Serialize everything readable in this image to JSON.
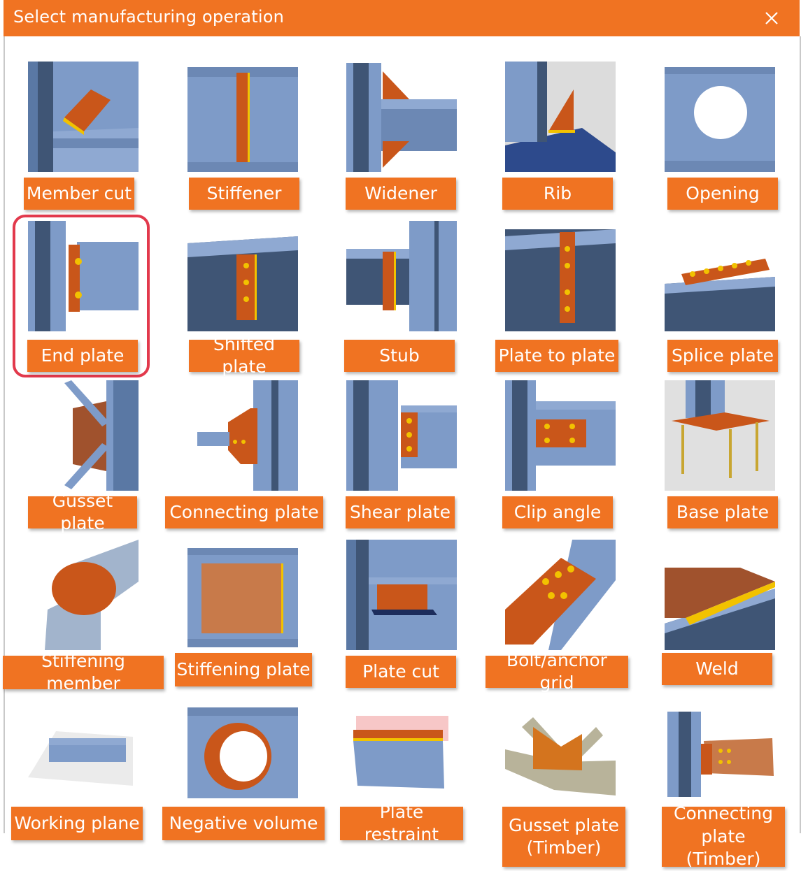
{
  "dialog": {
    "title": "Select manufacturing operation",
    "close_icon": "close-icon",
    "accent_color": "#f07322",
    "selected_item": "End plate"
  },
  "items": [
    {
      "label": "Member cut",
      "icon": "member-cut-icon"
    },
    {
      "label": "Stiffener",
      "icon": "stiffener-icon"
    },
    {
      "label": "Widener",
      "icon": "widener-icon"
    },
    {
      "label": "Rib",
      "icon": "rib-icon"
    },
    {
      "label": "Opening",
      "icon": "opening-icon"
    },
    {
      "label": "End plate",
      "icon": "end-plate-icon"
    },
    {
      "label": "Shifted plate",
      "icon": "shifted-plate-icon"
    },
    {
      "label": "Stub",
      "icon": "stub-icon"
    },
    {
      "label": "Plate to plate",
      "icon": "plate-to-plate-icon"
    },
    {
      "label": "Splice plate",
      "icon": "splice-plate-icon"
    },
    {
      "label": "Gusset plate",
      "icon": "gusset-plate-icon"
    },
    {
      "label": "Connecting plate",
      "icon": "connecting-plate-icon"
    },
    {
      "label": "Shear plate",
      "icon": "shear-plate-icon"
    },
    {
      "label": "Clip angle",
      "icon": "clip-angle-icon"
    },
    {
      "label": "Base plate",
      "icon": "base-plate-icon"
    },
    {
      "label": "Stiffening member",
      "icon": "stiffening-member-icon"
    },
    {
      "label": "Stiffening plate",
      "icon": "stiffening-plate-icon"
    },
    {
      "label": "Plate cut",
      "icon": "plate-cut-icon"
    },
    {
      "label": "Bolt/anchor grid",
      "icon": "bolt-anchor-grid-icon"
    },
    {
      "label": "Weld",
      "icon": "weld-icon"
    },
    {
      "label": "Working plane",
      "icon": "working-plane-icon"
    },
    {
      "label": "Negative volume",
      "icon": "negative-volume-icon"
    },
    {
      "label": "Plate restraint",
      "icon": "plate-restraint-icon"
    },
    {
      "label": "Gusset plate (Timber)",
      "icon": "gusset-plate-timber-icon"
    },
    {
      "label": "Connecting plate (Timber)",
      "icon": "connecting-plate-timber-icon"
    }
  ]
}
